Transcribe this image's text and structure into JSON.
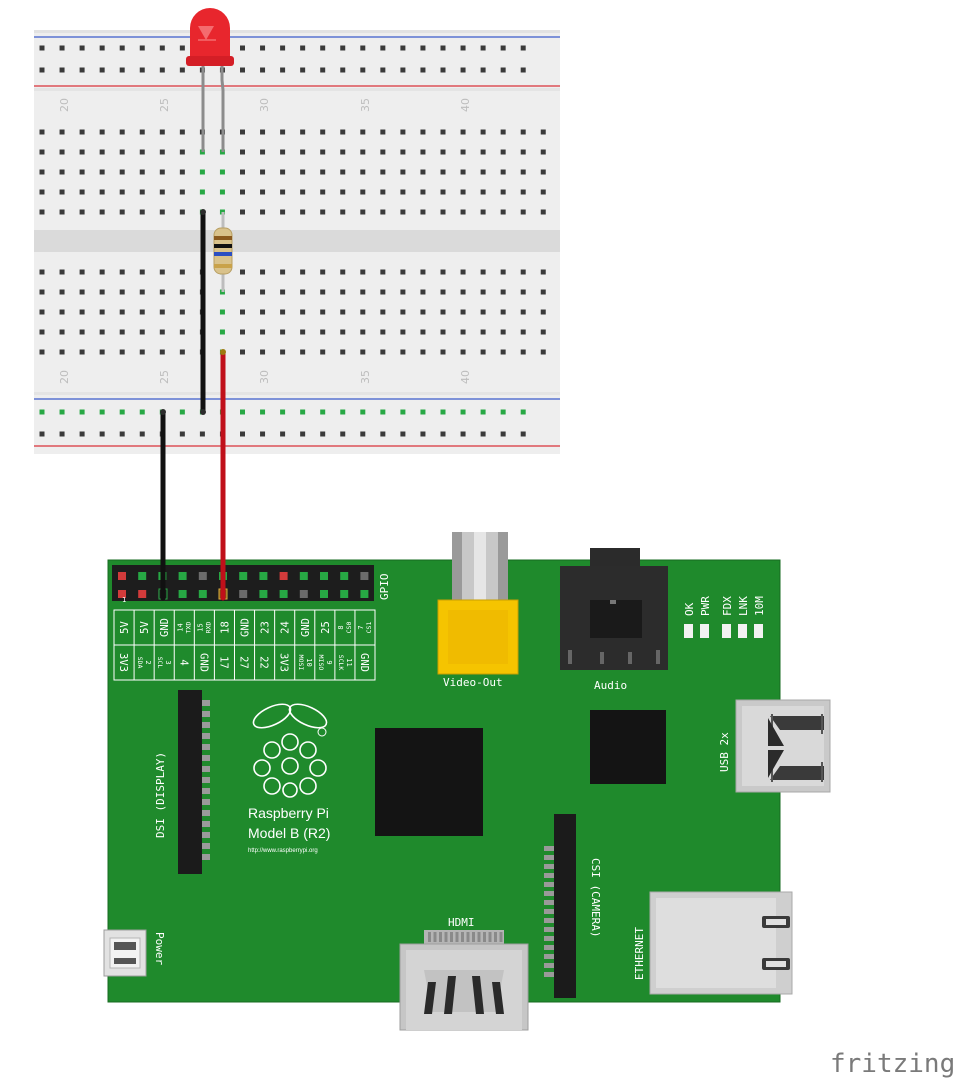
{
  "breadboard": {
    "column_numbers": [
      "20",
      "25",
      "30",
      "35",
      "40"
    ]
  },
  "raspberry_pi": {
    "board_name_line1": "Raspberry Pi",
    "board_name_line2": "Model B (R2)",
    "url": "http://www.raspberrypi.org",
    "gpio_label": "GPIO",
    "pin1_marker": "1",
    "top_row_pins": [
      {
        "num": "",
        "name": "5V"
      },
      {
        "num": "",
        "name": "5V"
      },
      {
        "num": "",
        "name": "GND"
      },
      {
        "num": "14",
        "name": "TXD"
      },
      {
        "num": "15",
        "name": "RXD"
      },
      {
        "num": "",
        "name": "18"
      },
      {
        "num": "",
        "name": "GND"
      },
      {
        "num": "",
        "name": "23"
      },
      {
        "num": "",
        "name": "24"
      },
      {
        "num": "",
        "name": "GND"
      },
      {
        "num": "",
        "name": "25"
      },
      {
        "num": "8",
        "name": "CS0"
      },
      {
        "num": "7",
        "name": "CS1"
      }
    ],
    "bottom_row_pins": [
      {
        "num": "",
        "name": "3V3"
      },
      {
        "num": "2",
        "name": "SDA"
      },
      {
        "num": "3",
        "name": "SCL"
      },
      {
        "num": "",
        "name": "4"
      },
      {
        "num": "",
        "name": "GND"
      },
      {
        "num": "",
        "name": "17"
      },
      {
        "num": "",
        "name": "27"
      },
      {
        "num": "",
        "name": "22"
      },
      {
        "num": "",
        "name": "3V3"
      },
      {
        "num": "10",
        "name": "MOSI"
      },
      {
        "num": "9",
        "name": "MISO"
      },
      {
        "num": "11",
        "name": "SCLK"
      },
      {
        "num": "",
        "name": "GND"
      }
    ],
    "connectors": {
      "video_out": "Video-Out",
      "audio": "Audio",
      "usb": "USB 2x",
      "ethernet": "ETHERNET",
      "hdmi": "HDMI",
      "power": "Power",
      "dsi": "DSI (DISPLAY)",
      "csi": "CSI (CAMERA)"
    },
    "status_leds": [
      "OK",
      "PWR",
      "FDX",
      "LNK",
      "10M"
    ]
  },
  "watermark": "fritzing",
  "colors": {
    "board": "#1f8a2c",
    "board_edge": "#176b21",
    "breadboard": "#eeeeee",
    "rail_blue": "#3b5ccc",
    "rail_red": "#d9323a",
    "wire_black": "#111111",
    "wire_red": "#c0101a",
    "led_red": "#e8262d",
    "video_yellow": "#f5c400"
  }
}
